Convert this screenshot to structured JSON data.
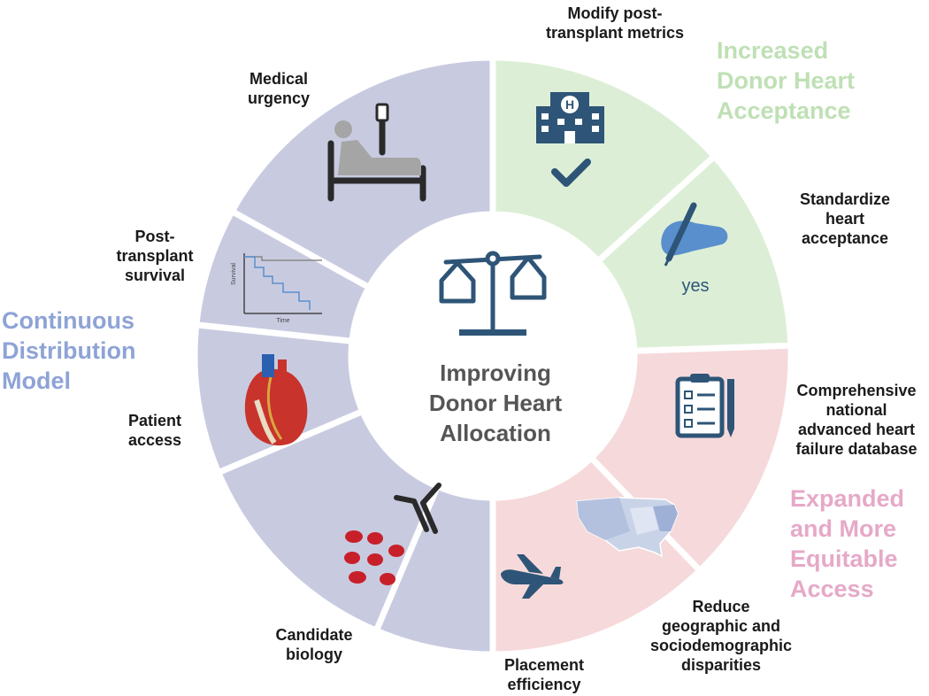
{
  "center": {
    "title": "Improving\nDonor Heart\nAllocation",
    "icon": "balance-scale-icon"
  },
  "themes": {
    "continuous": "Continuous\nDistribution\nModel",
    "acceptance": "Increased\nDonor Heart\nAcceptance",
    "access": "Expanded\nand More\nEquitable\nAccess"
  },
  "segments": {
    "medical_urgency": "Medical\nurgency",
    "post_transplant_survival": "Post-\ntransplant\nsurvival",
    "patient_access": "Patient\naccess",
    "candidate_biology": "Candidate\nbiology",
    "placement_efficiency": "Placement\nefficiency",
    "modify_metrics": "Modify post-\ntransplant metrics",
    "standardize": "Standardize\nheart\nacceptance",
    "database": "Comprehensive\nnational\nadvanced heart\nfailure database",
    "disparities": "Reduce\ngeographic and\nsociodemographic\ndisparities"
  },
  "icons": {
    "yes_text": "yes",
    "graph_ylabel": "Survival",
    "graph_xlabel": "Time"
  },
  "colors": {
    "purple_segment": "#c8cbe0",
    "green_segment": "#dcefd6",
    "pink_segment": "#f6d9db",
    "theme_blue": "#8ea3d6",
    "theme_green": "#bfe0b5",
    "theme_pink": "#e6a9c8",
    "icon_navy": "#2e5577"
  }
}
